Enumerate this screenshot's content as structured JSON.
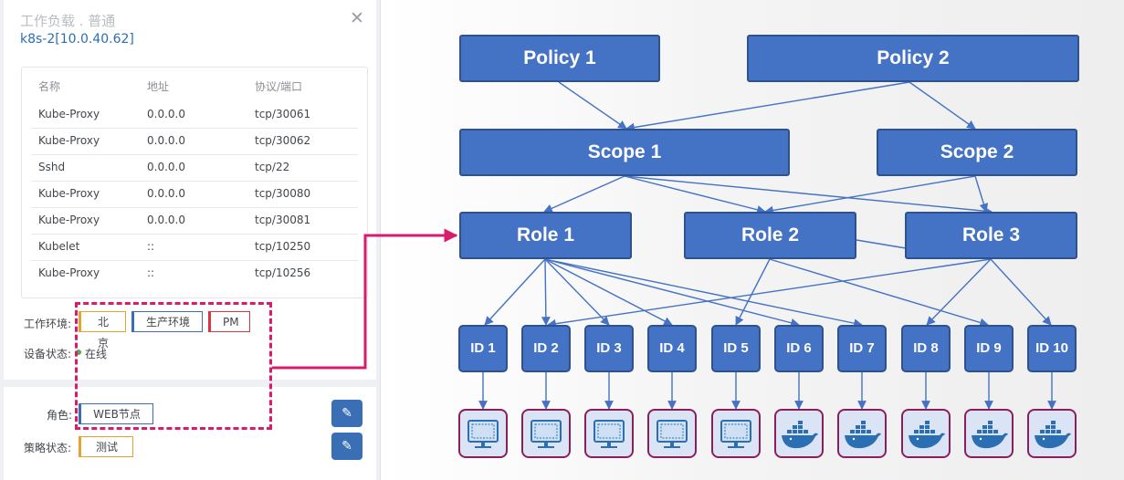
{
  "panel": {
    "title": "工作负载 . 普通",
    "host": "k8s-2[10.0.40.62]",
    "close": "✕",
    "columns": [
      "名称",
      "地址",
      "协议/端口"
    ],
    "rows": [
      [
        "Kube-Proxy",
        "0.0.0.0",
        "tcp/30061"
      ],
      [
        "Kube-Proxy",
        "0.0.0.0",
        "tcp/30062"
      ],
      [
        "Sshd",
        "0.0.0.0",
        "tcp/22"
      ],
      [
        "Kube-Proxy",
        "0.0.0.0",
        "tcp/30080"
      ],
      [
        "Kube-Proxy",
        "0.0.0.0",
        "tcp/30081"
      ],
      [
        "Kubelet",
        "::",
        "tcp/10250"
      ],
      [
        "Kube-Proxy",
        "::",
        "tcp/10256"
      ]
    ],
    "env_label": "工作环境:",
    "env_tags": [
      "北京",
      "生产环境",
      "PM"
    ],
    "status_label": "设备状态:",
    "status_value": "在线",
    "role_label": "角色:",
    "role_tag": "WEB节点",
    "policy_label": "策略状态:",
    "policy_tag": "测试",
    "edit_icon": "✎"
  },
  "diagram": {
    "policies": [
      "Policy 1",
      "Policy 2"
    ],
    "scopes": [
      "Scope 1",
      "Scope 2"
    ],
    "roles": [
      "Role 1",
      "Role 2",
      "Role 3"
    ],
    "ids": [
      "ID 1",
      "ID 2",
      "ID 3",
      "ID 4",
      "ID 5",
      "ID 6",
      "ID 7",
      "ID 8",
      "ID 9",
      "ID 10"
    ],
    "container_icons": [
      "monitor-icon",
      "monitor-icon",
      "monitor-icon",
      "monitor-icon",
      "monitor-icon",
      "docker-whale-icon",
      "docker-whale-icon",
      "docker-whale-icon",
      "docker-whale-icon",
      "docker-whale-icon"
    ],
    "colors": {
      "node": "#4472c4",
      "node_border": "#2f528f",
      "edge": "#4472c4",
      "accent": "#d81b6b",
      "container_border": "#8b1e5b"
    }
  }
}
